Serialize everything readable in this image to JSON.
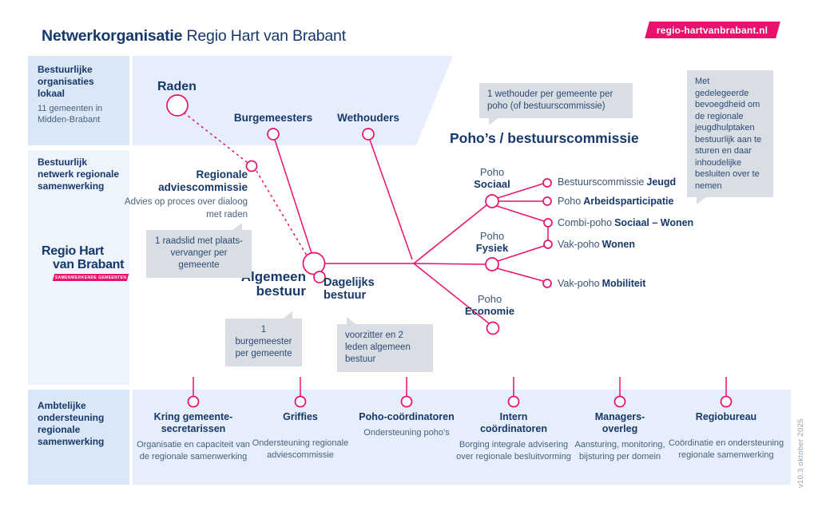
{
  "header": {
    "title_bold": "Netwerkorganisatie",
    "title_regular": "Regio Hart van Brabant",
    "ribbon": "regio-hartvanbrabant.nl"
  },
  "sidebar": {
    "row1_title": "Bestuurlijke organisaties lokaal",
    "row1_subtitle": "11 gemeenten in Midden-Brabant",
    "row2_title": "Bestuurlijk netwerk regionale samenwerking",
    "row3_title": "Ambtelijke ondersteuning regionale samenwerking"
  },
  "logo": {
    "line1": "Regio Hart",
    "line2": "van Brabant",
    "tagline": "SAMENWERKENDE GEMEENTEN"
  },
  "diagram": {
    "raden": "Raden",
    "burgemeesters": "Burgemeesters",
    "wethouders": "Wethouders",
    "pohos_header": "Poho’s / bestuurscommissie",
    "adviescommissie_title": "Regionale adviescommissie",
    "adviescommissie_subtitle": "Advies op proces over dialoog met raden",
    "algemeen_bestuur": "Algemeen bestuur",
    "dagelijks_bestuur": "Dagelijks bestuur",
    "poho_sociaal": {
      "prefix": "Poho",
      "name": "Sociaal"
    },
    "poho_fysiek": {
      "prefix": "Poho",
      "name": "Fysiek"
    },
    "poho_economie": {
      "prefix": "Poho",
      "name": "Economie"
    },
    "sub_pohos": [
      {
        "prefix": "Bestuurscommissie",
        "name": "Jeugd"
      },
      {
        "prefix": "Poho",
        "name": "Arbeidsparticipatie"
      },
      {
        "prefix": "Combi-poho",
        "name": "Sociaal – Wonen"
      },
      {
        "prefix": "Vak-poho",
        "name": "Wonen"
      },
      {
        "prefix": "Vak-poho",
        "name": "Mobiliteit"
      }
    ]
  },
  "callouts": {
    "wethouder": "1 wethouder per gemeente per poho (of bestuurscommissie)",
    "jeugd": "Met gedelegeerde bevoegdheid om de regionale jeugdhulptaken bestuurlijk aan te sturen en daar inhoudelijke besluiten over te nemen",
    "raadslid": "1 raadslid met plaats-vervanger per gemeente",
    "burgemeester": "1 burgemeester per gemeente",
    "voorzitter": "voorzitter en 2 leden algemeen bestuur"
  },
  "bottom": {
    "groups": [
      {
        "title": "Kring gemeente-secretarissen",
        "desc": "Organisatie en capaciteit van de regionale samenwerking"
      },
      {
        "title": "Griffies",
        "desc": "Ondersteuning regionale adviescommissie"
      },
      {
        "title": "Poho-coördinatoren",
        "desc": "Ondersteuning poho’s"
      },
      {
        "title": "Intern coördinatoren",
        "desc": "Borging integrale advisering over regionale besluitvorming"
      },
      {
        "title": "Managers-overleg",
        "desc": "Aansturing, monitoring, bijsturing per domein"
      },
      {
        "title": "Regiobureau",
        "desc": "Coördinatie en ondersteuning regionale samenwerking"
      }
    ]
  },
  "version": "v10.3 oktober 2025",
  "colors": {
    "pink": "#e9116b",
    "navy": "#17386b",
    "slate": "#48617f",
    "band_light": "#e5eefa",
    "band_mid": "#d9e7f6",
    "callout_grey": "#d9dee5"
  }
}
